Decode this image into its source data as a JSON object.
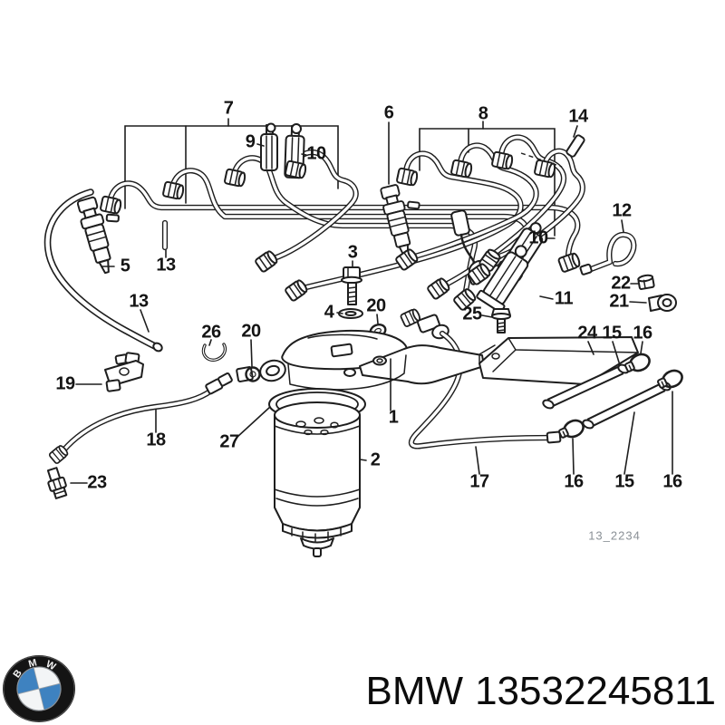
{
  "diagram": {
    "drawing_code": "13_2234",
    "labels": [
      "7",
      "9",
      "10",
      "6",
      "8",
      "14",
      "12",
      "10",
      "22",
      "21",
      "11",
      "5",
      "13",
      "13",
      "3",
      "4",
      "20",
      "25",
      "24",
      "15",
      "16",
      "26",
      "20",
      "19",
      "18",
      "27",
      "1",
      "2",
      "17",
      "16",
      "15",
      "16",
      "23"
    ]
  },
  "footer": {
    "brand": "BMW",
    "part_number": "13532245811",
    "logo_letters": [
      "B",
      "M",
      "W"
    ]
  },
  "colors": {
    "bmw_blue": "#3e82c0",
    "line_black": "#1e1e1e",
    "code_gray": "#8a9096"
  }
}
